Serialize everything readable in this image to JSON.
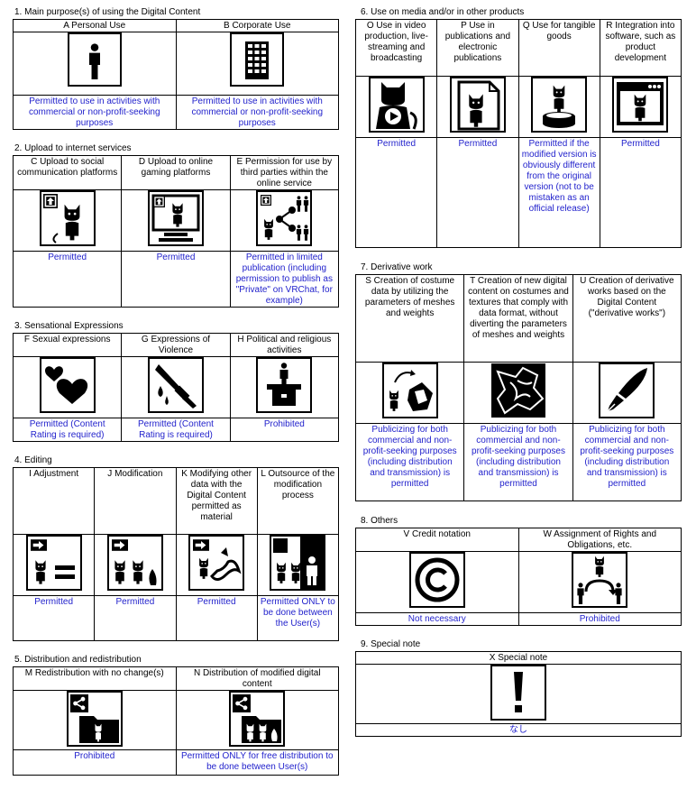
{
  "sections": {
    "s1": {
      "title": "1. Main purpose(s) of using the Digital Content",
      "items": [
        {
          "label": "A Personal Use",
          "status": "Permitted to use in activities with commercial or non-profit-seeking purposes",
          "icon": "person-icon"
        },
        {
          "label": "B  Corporate Use",
          "status": "Permitted to use in activities with commercial or non-profit-seeking purposes",
          "icon": "building-icon"
        }
      ]
    },
    "s2": {
      "title": "2. Upload to internet services",
      "items": [
        {
          "label": "C Upload to social communication platforms",
          "status": "Permitted",
          "icon": "upload-avatar-icon"
        },
        {
          "label": "D Upload to online gaming platforms",
          "status": "Permitted",
          "icon": "upload-monitor-icon"
        },
        {
          "label": "E Permission for use by third parties within the online service",
          "status": "Permitted in limited publication (including permission to publish as \"Private\" on VRChat, for example)",
          "icon": "share-users-icon"
        }
      ]
    },
    "s3": {
      "title": "3. Sensational Expressions",
      "items": [
        {
          "label": "F Sexual expressions",
          "status": "Permitted (Content Rating is required)",
          "icon": "hearts-icon"
        },
        {
          "label": "G Expressions of Violence",
          "status": "Permitted (Content Rating is required)",
          "icon": "knife-icon"
        },
        {
          "label": "H Political and religious activities",
          "status": "Prohibited",
          "icon": "podium-icon"
        }
      ]
    },
    "s4": {
      "title": "4. Editing",
      "items": [
        {
          "label": "I Adjustment",
          "status": "Permitted",
          "icon": "adjust-icon"
        },
        {
          "label": "J Modification",
          "status": "Permitted",
          "icon": "modify-icon"
        },
        {
          "label": "K Modifying other data with the Digital Content permitted as material",
          "status": "Permitted",
          "icon": "material-icon"
        },
        {
          "label": "L Outsource of the modification process",
          "status": "Permitted ONLY to be done between the User(s)",
          "icon": "outsource-icon"
        }
      ]
    },
    "s5": {
      "title": "5. Distribution and redistribution",
      "items": [
        {
          "label": "M Redistribution with no change(s)",
          "status": "Prohibited",
          "icon": "share-folder-icon"
        },
        {
          "label": "N Distribution of modified digital content",
          "status": "Permitted ONLY for free distribution to be done between User(s)",
          "icon": "share-modified-folder-icon"
        }
      ]
    },
    "s6": {
      "title": "6. Use on media and/or in other products",
      "items": [
        {
          "label": "O Use in video production, live-streaming and broadcasting",
          "status": "Permitted",
          "icon": "video-icon"
        },
        {
          "label": "P Use in publications and electronic publications",
          "status": "Permitted",
          "icon": "publication-icon"
        },
        {
          "label": "Q Use for tangible goods",
          "status": "Permitted if the modified version is obviously different from the original version (not to be mistaken as an official release)",
          "icon": "figure-icon"
        },
        {
          "label": "R Integration into software, such as product development",
          "status": "Permitted",
          "icon": "software-icon"
        }
      ]
    },
    "s7": {
      "title": "7. Derivative work",
      "items": [
        {
          "label": "S Creation of costume data by utilizing the parameters of meshes and weights",
          "status": "Publicizing for both commercial and non-profit-seeking purposes (including distribution and transmission) is permitted",
          "icon": "costume-icon"
        },
        {
          "label": "T Creation of new digital content on costumes and textures that comply with data format, without diverting the parameters of meshes and weights",
          "status": "Publicizing for both commercial and non-profit-seeking purposes (including distribution and transmission) is permitted",
          "icon": "fabric-icon"
        },
        {
          "label": "U Creation of derivative works based on the Digital Content (\"derivative works\")",
          "status": "Publicizing for both commercial and non-profit-seeking purposes (including distribution and transmission) is permitted",
          "icon": "pen-icon"
        }
      ]
    },
    "s8": {
      "title": "8. Others",
      "items": [
        {
          "label": "V Credit notation",
          "status": "Not necessary",
          "icon": "copyright-icon"
        },
        {
          "label": "W Assignment of Rights and Obligations, etc.",
          "status": "Prohibited",
          "icon": "assignment-icon"
        }
      ]
    },
    "s9": {
      "title": "9. Special note",
      "items": [
        {
          "label": "X Special note",
          "status": "なし",
          "icon": "exclamation-icon"
        }
      ]
    }
  },
  "colors": {
    "status_text": "#2222cc",
    "border": "#000000"
  }
}
